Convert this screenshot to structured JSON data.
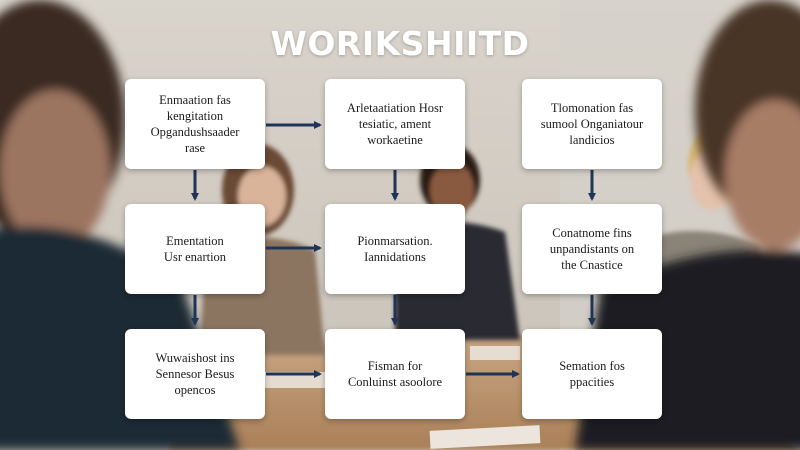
{
  "diagram": {
    "title": "WORIKSHIITD",
    "arrow_color": "#1f3557",
    "boxes": [
      {
        "id": "r1c1",
        "text": "Enmaation fas\nkengitation\nOpgandushsaader\nrase"
      },
      {
        "id": "r1c2",
        "text": "Arletaatiation Hosr\ntesiatic, ament\nworkaetine"
      },
      {
        "id": "r1c3",
        "text": "Tlomonation fas\nsumool Onganiatour\nlandicios"
      },
      {
        "id": "r2c1",
        "text": "Ementation\nUsr enartion"
      },
      {
        "id": "r2c2",
        "text": "Pionmarsation.\nIannidations"
      },
      {
        "id": "r2c3",
        "text": "Conatnome fins\nunpandistants on\nthe Cnastice"
      },
      {
        "id": "r3c1",
        "text": "Wuwaishost ins\nSennesor Besus\nopencos"
      },
      {
        "id": "r3c2",
        "text": "Fisman for\nConluinst asoolore"
      },
      {
        "id": "r3c3",
        "text": "Semation fos\nppacities"
      }
    ]
  }
}
